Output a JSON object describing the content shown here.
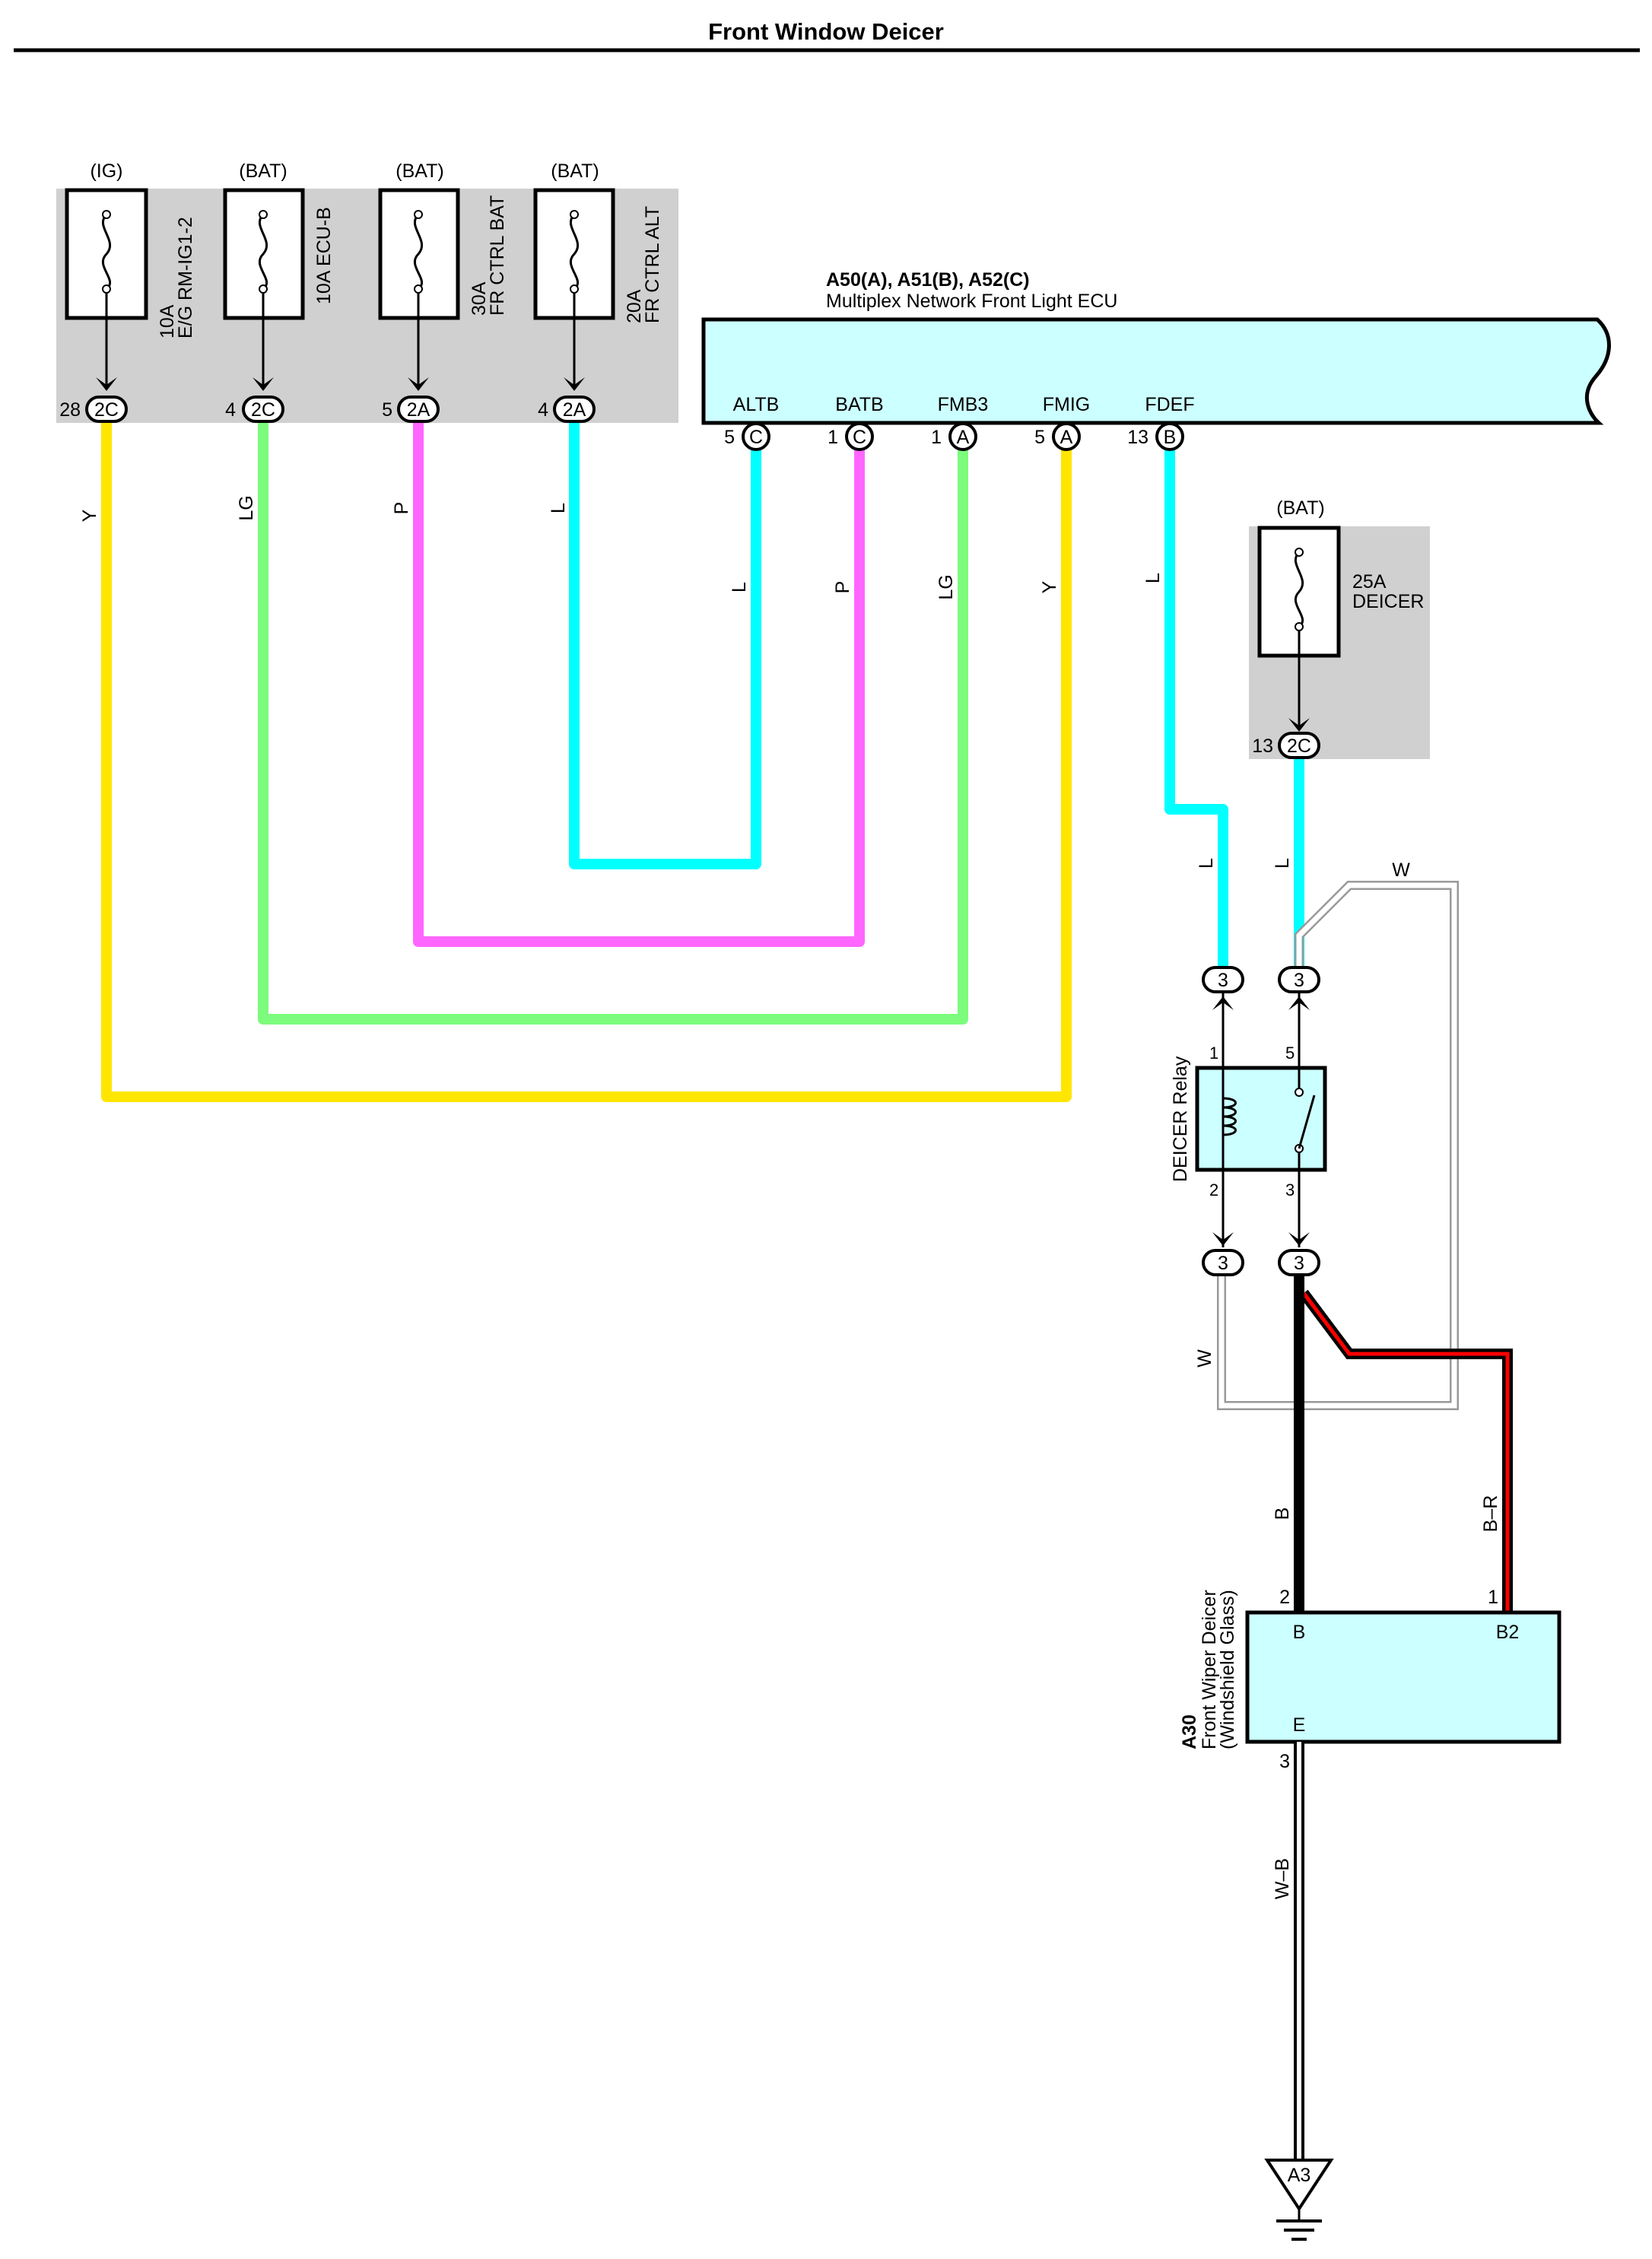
{
  "title": "Front Window Deicer",
  "colors": {
    "Y": "#ffe600",
    "LG": "#7cfb7c",
    "P": "#ff66ff",
    "L": "#00ffff",
    "W": "#ffffff",
    "B": "#000000",
    "R": "#ff0000",
    "box_fill": "#ccffff",
    "fuse_panel": "#d0d0d0"
  },
  "fuses": [
    {
      "supply": "(IG)",
      "amp": "10A",
      "name": "E/G RM-IG1-2",
      "pin": "28",
      "connector": "2C",
      "wire": "Y"
    },
    {
      "supply": "(BAT)",
      "amp": "",
      "name": "10A ECU-B",
      "pin": "4",
      "connector": "2C",
      "wire": "LG"
    },
    {
      "supply": "(BAT)",
      "amp": "30A",
      "name": "FR CTRL BAT",
      "pin": "5",
      "connector": "2A",
      "wire": "P"
    },
    {
      "supply": "(BAT)",
      "amp": "20A",
      "name": "FR CTRL ALT",
      "pin": "4",
      "connector": "2A",
      "wire": "L"
    }
  ],
  "ecu": {
    "refs": "A50(A), A51(B), A52(C)",
    "name": "Multiplex Network Front Light ECU",
    "terminals": [
      {
        "label": "ALTB",
        "pin": "5",
        "connector": "C",
        "wire": "L"
      },
      {
        "label": "BATB",
        "pin": "1",
        "connector": "C",
        "wire": "P"
      },
      {
        "label": "FMB3",
        "pin": "1",
        "connector": "A",
        "wire": "LG"
      },
      {
        "label": "FMIG",
        "pin": "5",
        "connector": "A",
        "wire": "Y"
      },
      {
        "label": "FDEF",
        "pin": "13",
        "connector": "B",
        "wire": "L"
      }
    ]
  },
  "deicer_fuse": {
    "supply": "(BAT)",
    "amp": "25A",
    "name": "DEICER",
    "pin": "13",
    "connector": "2C"
  },
  "wire_labels": {
    "fdef_down": "L",
    "fuse_down": "L",
    "w_top": "W",
    "w_left": "W",
    "b": "B",
    "br": "B–R",
    "wb": "W–B"
  },
  "relay": {
    "name": "DEICER Relay",
    "pins": [
      "1",
      "2",
      "5",
      "3"
    ],
    "connector_label": "3"
  },
  "deicer": {
    "ref": "A30",
    "name_line1": "Front Wiper Deicer",
    "name_line2": "(Windshield Glass)",
    "terminal_b": "B",
    "terminal_b2": "B2",
    "terminal_e": "E",
    "pin_b": "2",
    "pin_b2": "1",
    "pin_e": "3"
  },
  "ground": "A3"
}
